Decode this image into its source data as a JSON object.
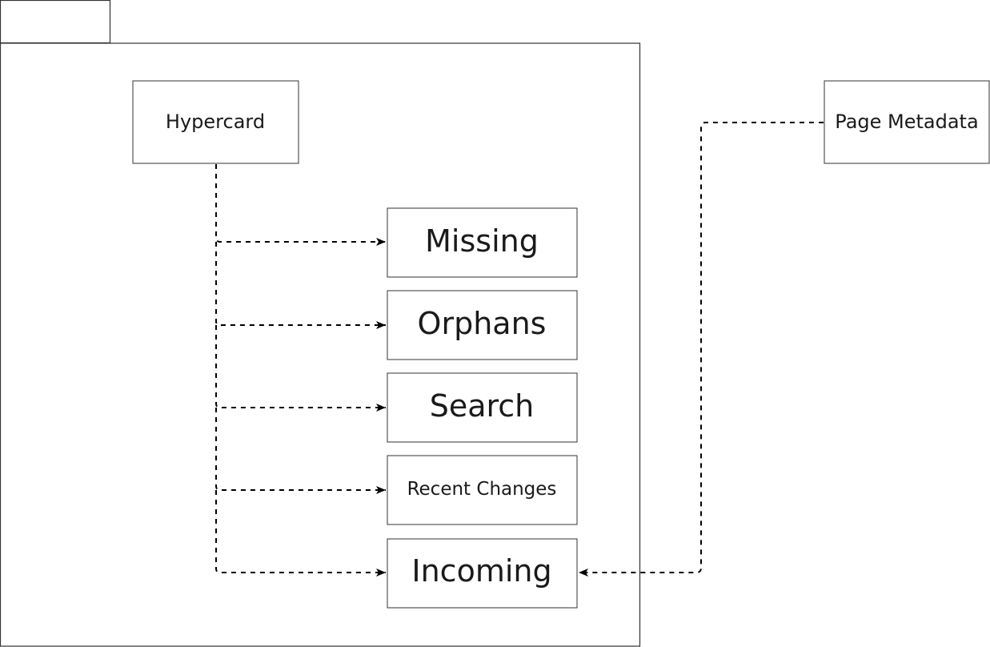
{
  "package": {
    "tab_label": ""
  },
  "nodes": {
    "hypercard": {
      "label": "Hypercard"
    },
    "page_metadata": {
      "label": "Page Metadata"
    },
    "missing": {
      "label": "Missing"
    },
    "orphans": {
      "label": "Orphans"
    },
    "search": {
      "label": "Search"
    },
    "recent_changes": {
      "label": "Recent Changes"
    },
    "incoming": {
      "label": "Incoming"
    }
  },
  "edges": [
    {
      "from": "Hypercard",
      "to": "Missing",
      "style": "dashed"
    },
    {
      "from": "Hypercard",
      "to": "Orphans",
      "style": "dashed"
    },
    {
      "from": "Hypercard",
      "to": "Search",
      "style": "dashed"
    },
    {
      "from": "Hypercard",
      "to": "Recent Changes",
      "style": "dashed"
    },
    {
      "from": "Hypercard",
      "to": "Incoming",
      "style": "dashed"
    },
    {
      "from": "Page Metadata",
      "to": "Incoming",
      "style": "dashed"
    }
  ],
  "colors": {
    "stroke": "#333333",
    "edge": "#000000",
    "text": "#1a1a1a",
    "background": "#ffffff"
  }
}
